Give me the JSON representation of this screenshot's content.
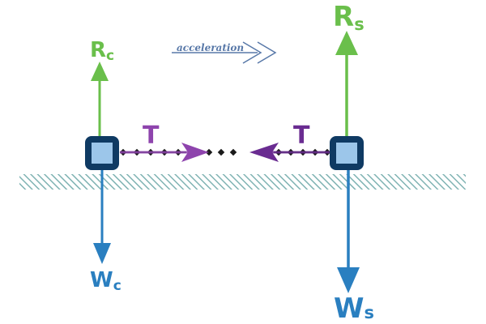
{
  "colors": {
    "reaction": "#6abf4b",
    "weight": "#2a7fc0",
    "tension_left": "#8e44ad",
    "tension_right": "#6a2c91",
    "rope": "#1a1a1a",
    "block_border": "#0f3a63",
    "block_fill": "#9cc6ea",
    "ground": "#7fb3b3",
    "acceleration": "#5878a8"
  },
  "labels": {
    "acceleration": "acceleration",
    "rc_main": "R",
    "rc_sub": "c",
    "rs_main": "R",
    "rs_sub": "s",
    "wc_main": "W",
    "wc_sub": "c",
    "ws_main": "W",
    "ws_sub": "s",
    "tension_left": "T",
    "tension_right": "T"
  },
  "icons": {
    "acceleration_arrow": "double-chevron-right-icon"
  }
}
